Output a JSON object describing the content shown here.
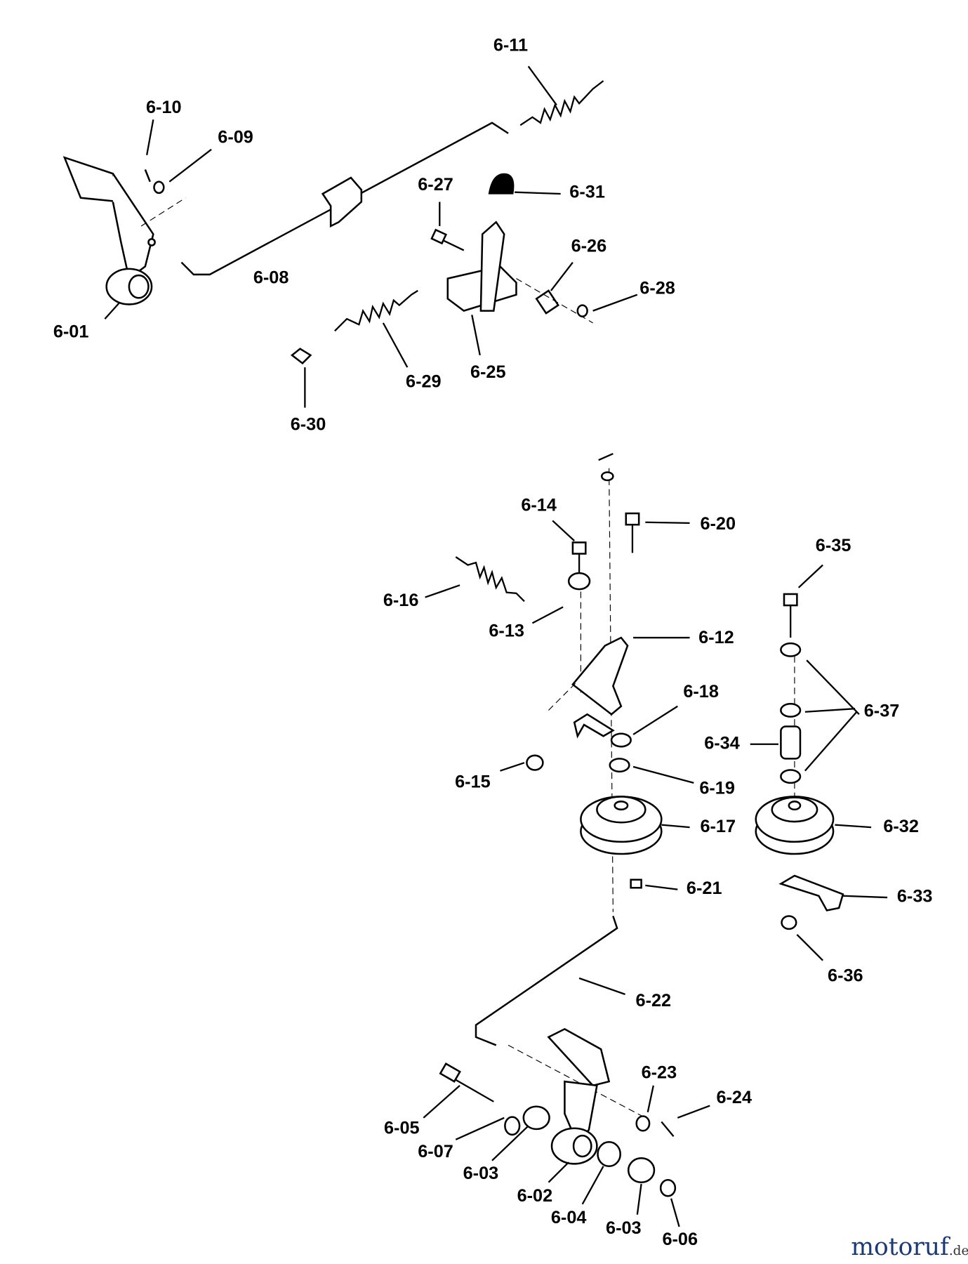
{
  "diagram": {
    "labels": [
      "6-11",
      "6-10",
      "6-09",
      "6-27",
      "6-31",
      "6-26",
      "6-28",
      "6-08",
      "6-01",
      "6-29",
      "6-25",
      "6-30",
      "6-14",
      "6-20",
      "6-35",
      "6-16",
      "6-13",
      "6-12",
      "6-18",
      "6-37",
      "6-34",
      "6-15",
      "6-19",
      "6-17",
      "6-32",
      "6-21",
      "6-33",
      "6-36",
      "6-22",
      "6-23",
      "6-24",
      "6-05",
      "6-07",
      "6-03",
      "6-02",
      "6-04",
      "6-03",
      "6-06"
    ]
  },
  "watermark": {
    "name": "motoruf",
    "suffix": ".de",
    "colors": {
      "main": "#1a3a7a",
      "accent": "#d02020"
    }
  }
}
